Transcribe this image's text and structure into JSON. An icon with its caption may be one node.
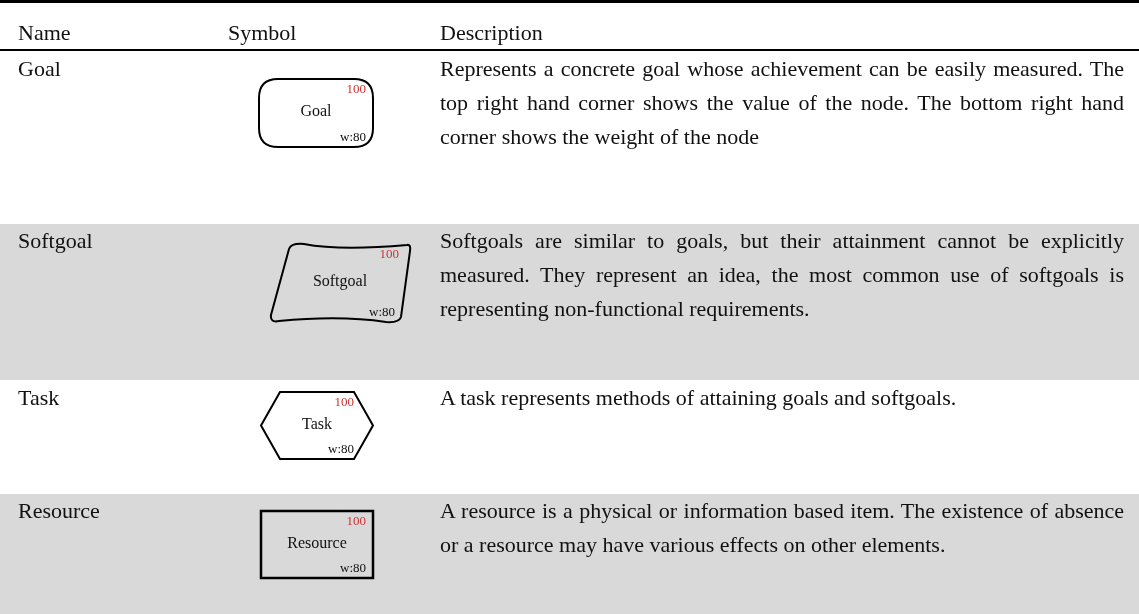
{
  "diagram": {
    "nodes": [
      {
        "text": [
          "Goal",
          "100",
          "w:80"
        ]
      },
      {
        "text": [
          "Softgoal",
          "100",
          "w:80"
        ]
      },
      {
        "text": [
          "Task",
          "100",
          "w:80"
        ]
      },
      {
        "text": [
          "Resource",
          "100",
          "w:80"
        ]
      }
    ],
    "labels": [
      "Name",
      "Symbol",
      "Description",
      "Goal",
      "Represents a concrete goal whose achievement can be easily measured.  The top right hand corner shows the value of the node.  The bottom right hand corner shows the weight of the node",
      "Softgoal",
      "Softgoals are similar to goals, but their attainment cannot be explicitly measured. They represent an idea, the most common use of softgoals is representing non-functional requirements.",
      "Task",
      "A task represents methods of attaining goals and softgoals.",
      "Resource",
      "A resource is a physical or information based item. The existence of absence or a resource may have various effects on other elements."
    ]
  }
}
